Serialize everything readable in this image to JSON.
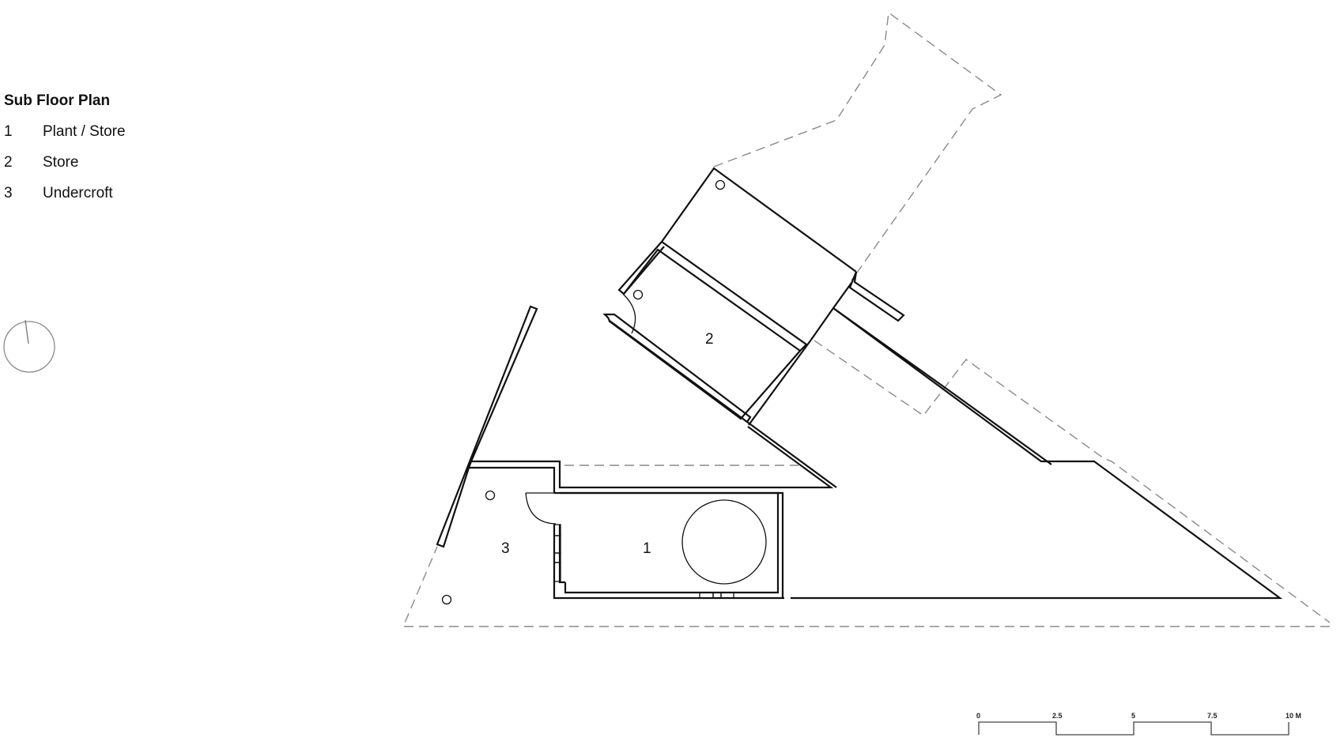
{
  "legend": {
    "title": "Sub Floor Plan",
    "items": [
      {
        "number": "1",
        "label": "Plant / Store"
      },
      {
        "number": "2",
        "label": "Store"
      },
      {
        "number": "3",
        "label": "Undercroft"
      }
    ]
  },
  "rooms": [
    {
      "number": "1",
      "name": "Plant / Store"
    },
    {
      "number": "2",
      "name": "Store"
    },
    {
      "number": "3",
      "name": "Undercroft"
    }
  ],
  "north_arrow": {
    "icon": "compass-north-icon"
  },
  "scale_bar": {
    "ticks": [
      "0",
      "2.5",
      "5",
      "7.5",
      "10 M"
    ]
  },
  "colors": {
    "wall": "#111111",
    "dashed_outline": "#8a8a8a",
    "background": "#ffffff"
  }
}
